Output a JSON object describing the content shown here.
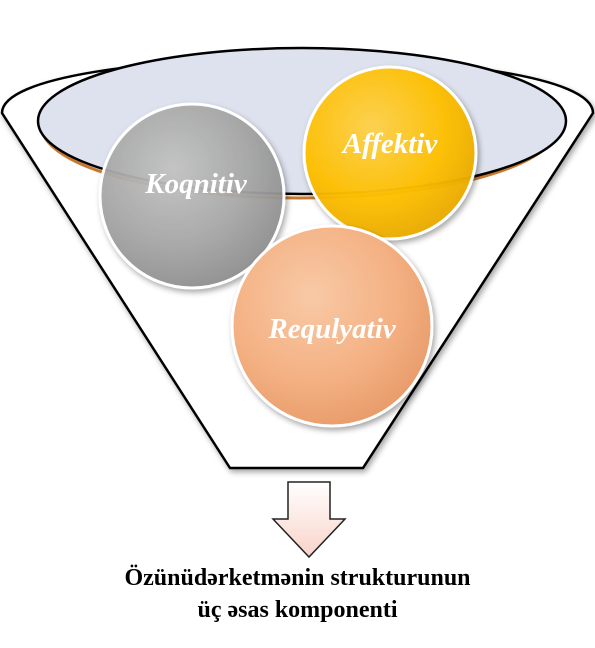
{
  "diagram": {
    "components": [
      {
        "id": "koqnitiv",
        "label": "Koqnitiv",
        "color": "#a6a6a6"
      },
      {
        "id": "affektiv",
        "label": "Affektiv",
        "color": "#ffc000"
      },
      {
        "id": "requlyativ",
        "label": "Requlyativ",
        "color": "#f4b183"
      }
    ],
    "funnel_rim_fill": "#dde2ee",
    "funnel_rim_accent": "#c8782e",
    "arrow_fill": "#fbe2dc",
    "caption": {
      "line1": "Özünüdərketmənin strukturunun",
      "line2": "üç əsas komponenti"
    }
  }
}
